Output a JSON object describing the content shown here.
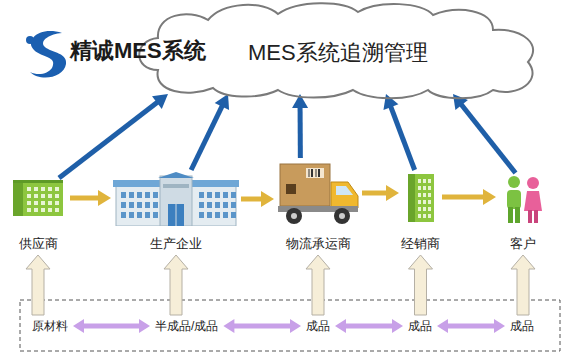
{
  "diagram": {
    "nodes": [
      {
        "text": [
          "MES系统追溯管理"
        ]
      },
      {
        "text": [
          "供应商"
        ]
      },
      {
        "text": [
          "生产企业"
        ]
      },
      {
        "text": [
          "物流承运商"
        ]
      },
      {
        "text": [
          "经销商"
        ]
      },
      {
        "text": [
          "客户"
        ]
      },
      {
        "text": [
          "原材料"
        ]
      },
      {
        "text": [
          "半成品/成品"
        ]
      },
      {
        "text": [
          "成品"
        ]
      },
      {
        "text": [
          "成品"
        ]
      },
      {
        "text": [
          "成品"
        ]
      }
    ],
    "edges": [
      {
        "from": 1,
        "to": 2,
        "arrow": "to"
      },
      {
        "from": 2,
        "to": 3,
        "arrow": "to"
      },
      {
        "from": 3,
        "to": 4,
        "arrow": "to"
      },
      {
        "from": 4,
        "to": 5,
        "arrow": "to"
      },
      {
        "from": 1,
        "to": 0,
        "arrow": "to"
      },
      {
        "from": 2,
        "to": 0,
        "arrow": "to"
      },
      {
        "from": 3,
        "to": 0,
        "arrow": "to"
      },
      {
        "from": 4,
        "to": 0,
        "arrow": "to"
      },
      {
        "from": 5,
        "to": 0,
        "arrow": "to"
      },
      {
        "from": 6,
        "to": 1,
        "arrow": "to"
      },
      {
        "from": 7,
        "to": 2,
        "arrow": "to"
      },
      {
        "from": 8,
        "to": 3,
        "arrow": "to"
      },
      {
        "from": 9,
        "to": 4,
        "arrow": "to"
      },
      {
        "from": 10,
        "to": 5,
        "arrow": "to"
      },
      {
        "from": 6,
        "to": 7,
        "arrow": "both"
      },
      {
        "from": 7,
        "to": 8,
        "arrow": "both"
      },
      {
        "from": 8,
        "to": 9,
        "arrow": "both"
      },
      {
        "from": 9,
        "to": 10,
        "arrow": "both"
      }
    ],
    "labels": [
      "精诚MES系统"
    ]
  }
}
